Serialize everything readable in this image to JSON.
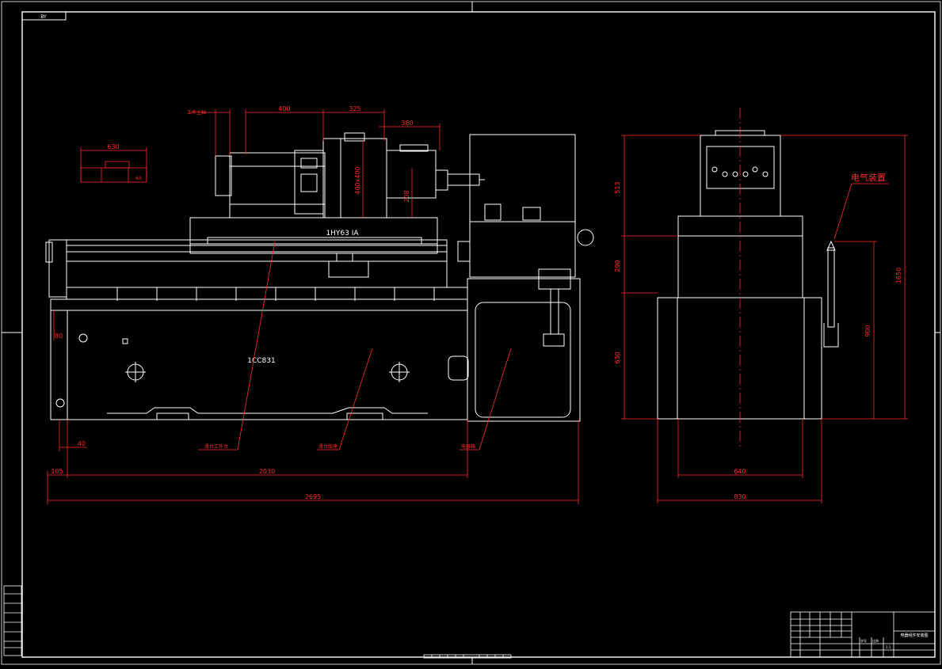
{
  "drawing": {
    "corner_tag": "BY",
    "machine_model": "1HY63 IA",
    "base_model": "1CC831",
    "title_block_name": "电器组件安装图",
    "title_block_small": [
      "学号",
      "比例",
      "1:1"
    ],
    "left_strip_rows": [
      "",
      "",
      "",
      "",
      "",
      ""
    ]
  },
  "front_dims": {
    "d400": "400",
    "d325": "325",
    "d380": "380",
    "d400x400": "400x400",
    "d208": "208",
    "d630": "630",
    "d63": "63",
    "d80": "80",
    "d40": "40",
    "d105": "105",
    "d2030": "2030",
    "d2695": "2695"
  },
  "side_dims": {
    "d513": "513",
    "d290": "290",
    "d630": "630",
    "d900": "900",
    "d1650": "1650",
    "d640": "640",
    "d830": "830"
  },
  "labels": {
    "electrical_device": "电气装置",
    "leader_1": "滑台工作台",
    "leader_2": "滑台底座",
    "leader_3": "电器箱",
    "side_label_small": "工件主轴"
  },
  "colors": {
    "outline": "#ffffff",
    "dimension": "#ff2a2a",
    "background": "#000000"
  }
}
